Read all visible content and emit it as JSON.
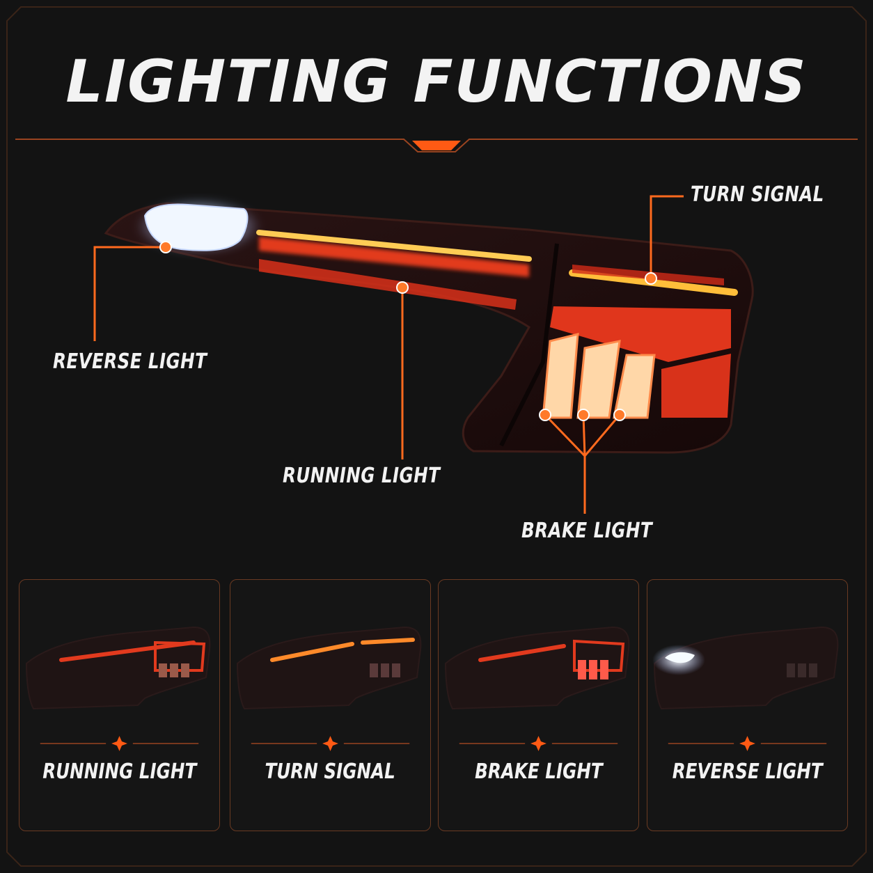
{
  "title": "LIGHTING FUNCTIONS",
  "callouts": {
    "turn_signal": "TURN SIGNAL",
    "reverse_light": "REVERSE LIGHT",
    "running_light": "RUNNING LIGHT",
    "brake_light": "BRAKE LIGHT"
  },
  "cards": [
    {
      "label": "RUNNING LIGHT",
      "mode": "running"
    },
    {
      "label": "TURN SIGNAL",
      "mode": "turn"
    },
    {
      "label": "BRAKE LIGHT",
      "mode": "brake"
    },
    {
      "label": "REVERSE LIGHT",
      "mode": "reverse"
    }
  ],
  "colors": {
    "accent": "#ff5a14",
    "red": "#e8321c",
    "amber": "#ffc84a",
    "white": "#eef6ff"
  }
}
